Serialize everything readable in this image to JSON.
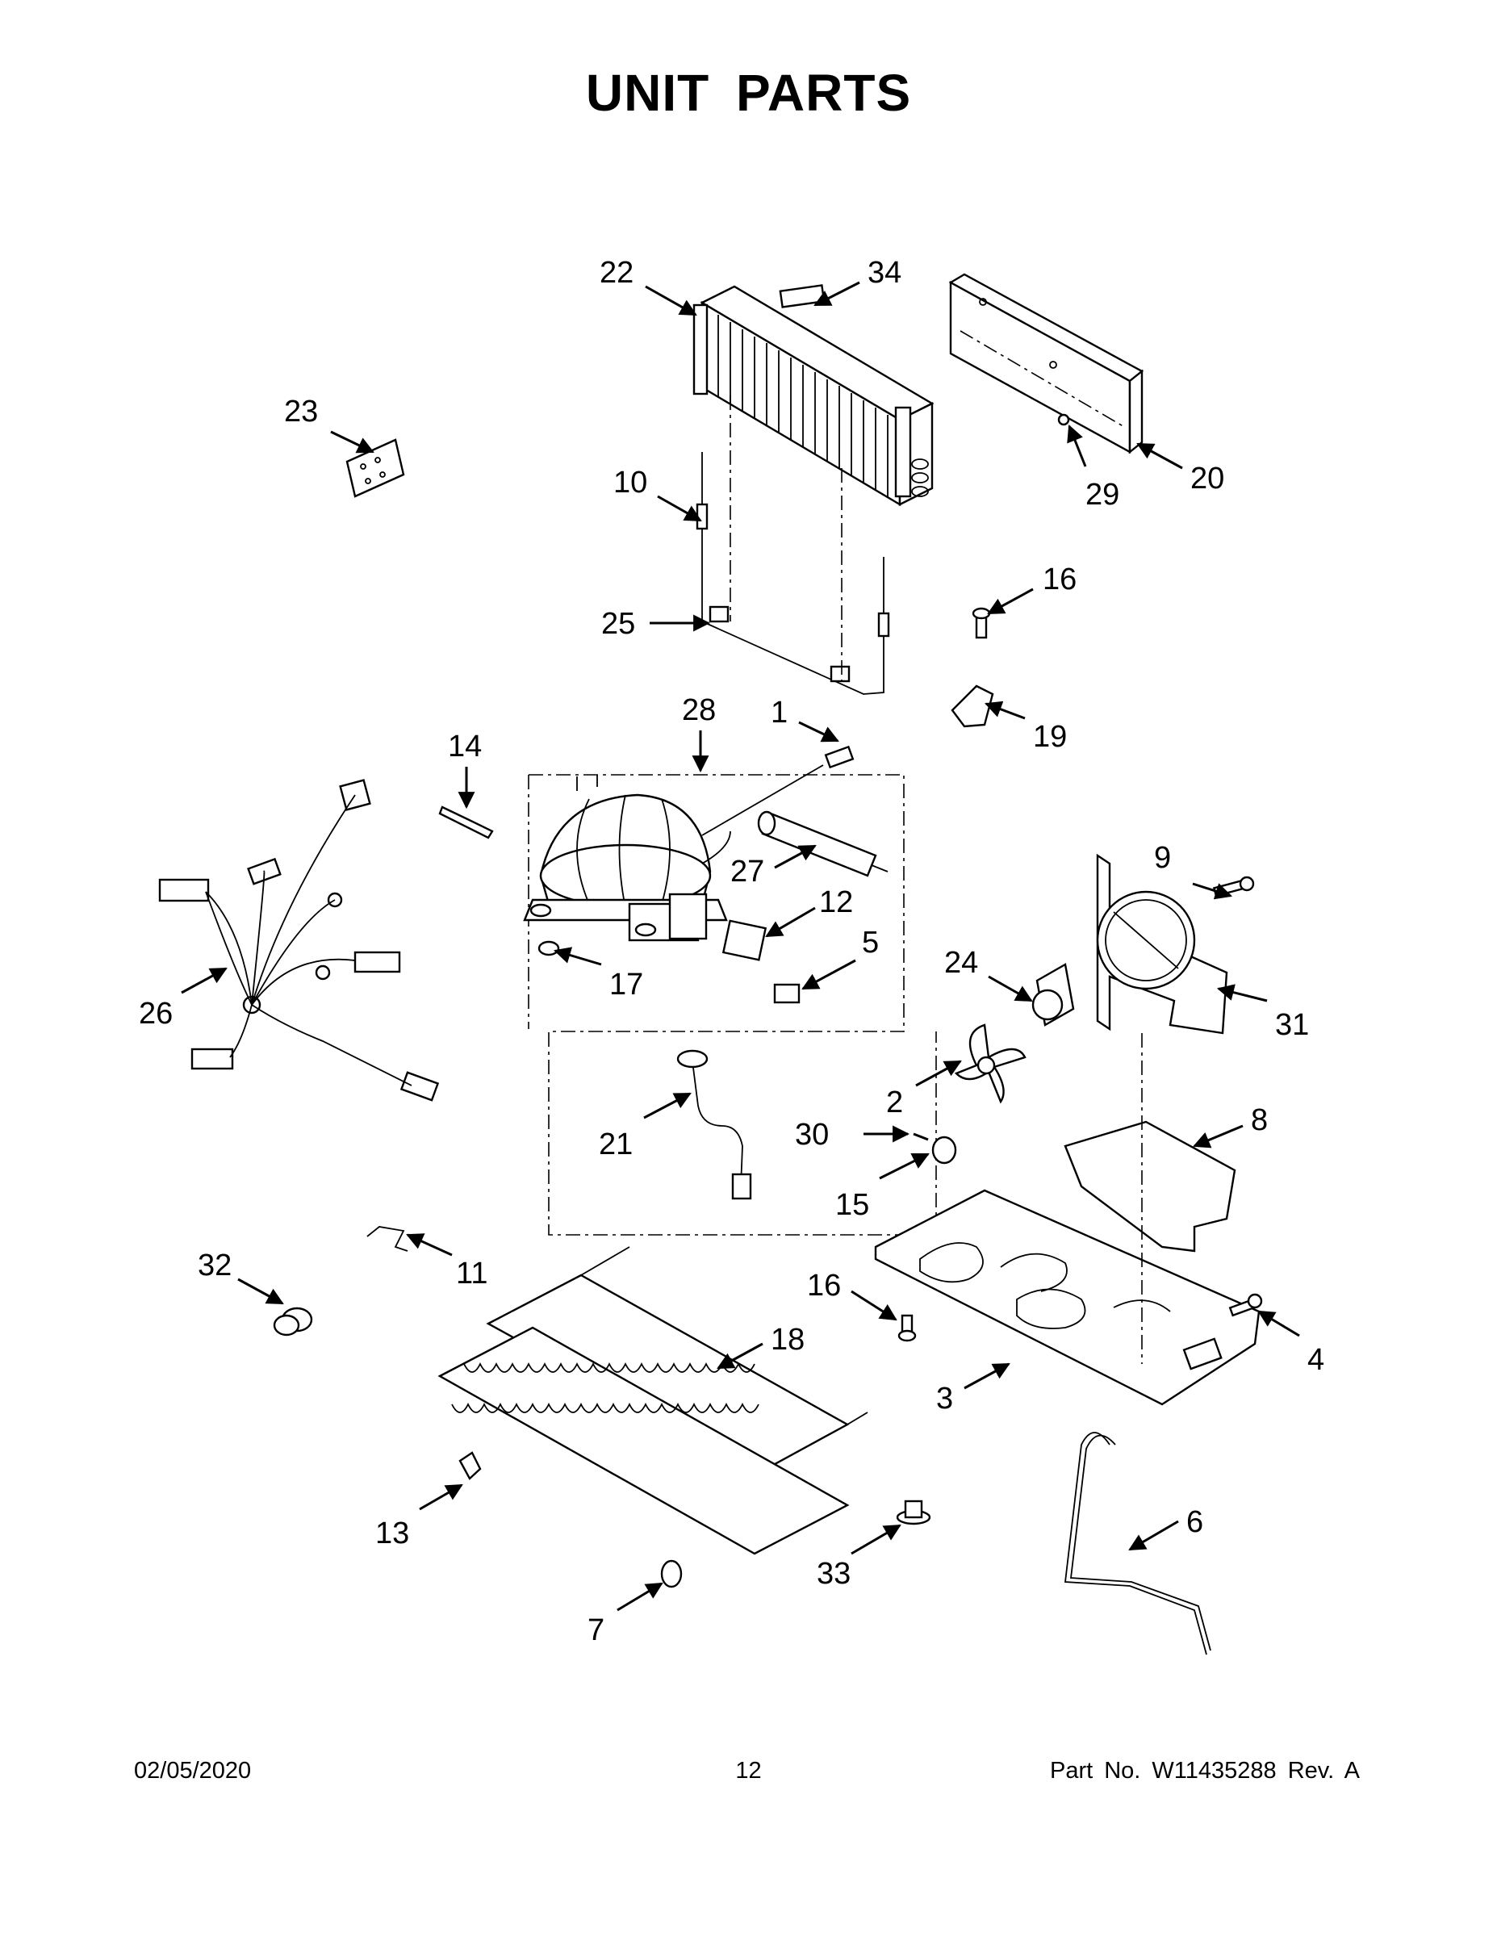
{
  "page": {
    "title": "UNIT PARTS",
    "footer": {
      "date": "02/05/2020",
      "page_number": "12",
      "part_number": "Part No.  W11435288  Rev.  A"
    }
  },
  "callouts": {
    "c1": "1",
    "c2": "2",
    "c3": "3",
    "c4": "4",
    "c5": "5",
    "c6": "6",
    "c7": "7",
    "c8": "8",
    "c9": "9",
    "c10": "10",
    "c11": "11",
    "c12": "12",
    "c13": "13",
    "c14": "14",
    "c15": "15",
    "c16a": "16",
    "c16b": "16",
    "c17": "17",
    "c18": "18",
    "c19": "19",
    "c20": "20",
    "c21": "21",
    "c22": "22",
    "c23": "23",
    "c24": "24",
    "c25": "25",
    "c26": "26",
    "c27": "27",
    "c28": "28",
    "c29": "29",
    "c30": "30",
    "c31": "31",
    "c32": "32",
    "c33": "33",
    "c34": "34"
  }
}
